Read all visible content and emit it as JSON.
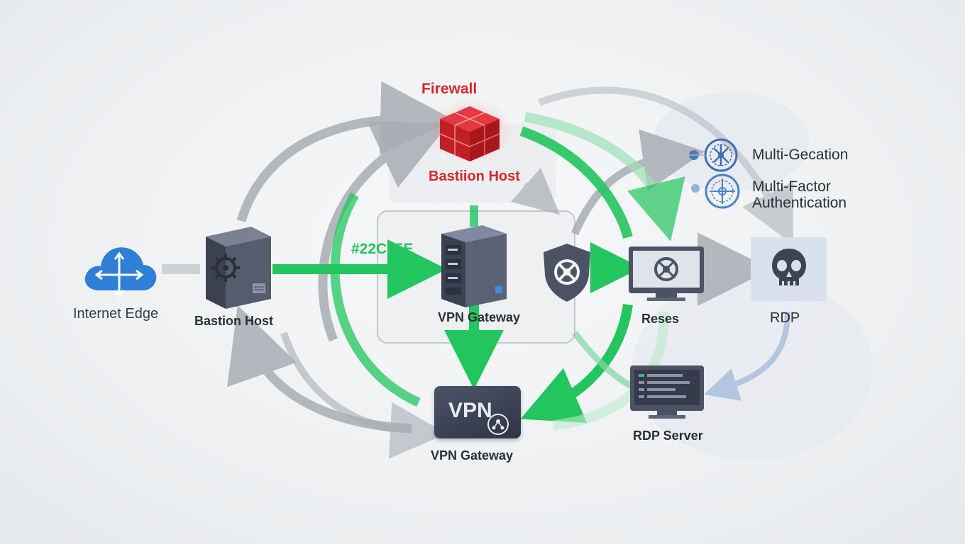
{
  "labels": {
    "firewall": "Firewall",
    "bastion_top": "Bastiion Host",
    "hex_code": "#22C55E",
    "internet_edge": "Internet Edge",
    "bastion_host": "Bastion Host",
    "vpn_gateway_center": "VPN Gateway",
    "vpn_gateway_bottom": "VPN Gateway",
    "vpn_badge_text": "VPN",
    "resources": "Reses",
    "rdp": "RDP",
    "rdp_server": "RDP Server",
    "mfa_top": "Multi-Gecation",
    "mfa_line1": "Multi-Factor",
    "mfa_line2": "Authentication"
  },
  "colors": {
    "firewall_red": "#d9262c",
    "green": "#22c55e",
    "gray_arrow": "#a9aeb5",
    "cloud_blue": "#2f7fd6",
    "server_dark": "#4a5061",
    "mfa_blue": "#3f6fb5"
  },
  "icons": [
    "cloud-icon",
    "server-icon",
    "firewall-icon",
    "shield-icon",
    "monitor-icon",
    "skull-icon",
    "fingerprint-icon"
  ]
}
